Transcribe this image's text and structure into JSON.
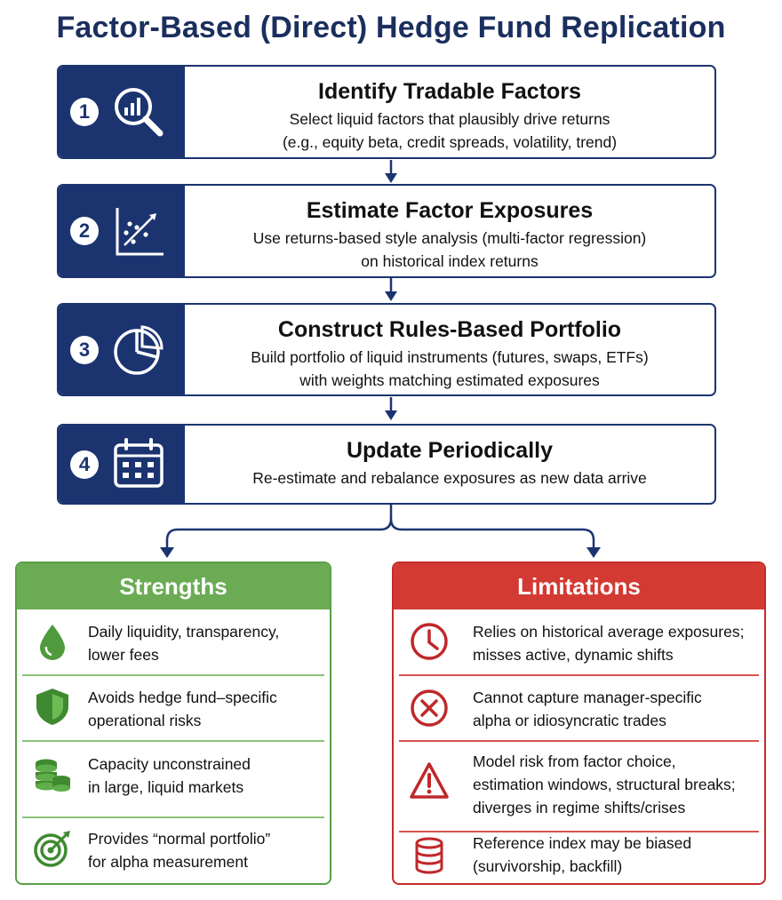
{
  "title": "Factor-Based (Direct) Hedge Fund Replication",
  "steps": [
    {
      "num": "1",
      "icon": "magnifier-chart-icon",
      "head": "Identify Tradable Factors",
      "line1": "Select liquid factors that plausibly drive returns",
      "line2": "(e.g., equity beta, credit spreads, volatility, trend)"
    },
    {
      "num": "2",
      "icon": "scatter-trend-icon",
      "head": "Estimate Factor Exposures",
      "line1": "Use returns-based style analysis (multi-factor regression)",
      "line2": "on historical index returns"
    },
    {
      "num": "3",
      "icon": "pie-chart-icon",
      "head": "Construct Rules-Based Portfolio",
      "line1": "Build portfolio of liquid instruments (futures, swaps, ETFs)",
      "line2": "with weights matching estimated exposures"
    },
    {
      "num": "4",
      "icon": "calendar-icon",
      "head": "Update Periodically",
      "line1": "Re-estimate and rebalance exposures as new data arrive",
      "line2": ""
    }
  ],
  "strengths": {
    "title": "Strengths",
    "color": "#6aab54",
    "items": [
      {
        "icon": "droplet-icon",
        "line1": "Daily liquidity, transparency,",
        "line2": "lower fees"
      },
      {
        "icon": "shield-icon",
        "line1": "Avoids hedge fund–specific",
        "line2": "operational risks"
      },
      {
        "icon": "coin-stack-icon",
        "line1": "Capacity unconstrained",
        "line2": "in large, liquid markets"
      },
      {
        "icon": "target-icon",
        "line1": "Provides “normal portfolio”",
        "line2": "for alpha measurement"
      }
    ]
  },
  "limitations": {
    "title": "Limitations",
    "color": "#d33a33",
    "items": [
      {
        "icon": "clock-icon",
        "line1": "Relies on historical average exposures;",
        "line2": "misses active, dynamic shifts",
        "line3": ""
      },
      {
        "icon": "x-circle-icon",
        "line1": "Cannot capture manager-specific",
        "line2": "alpha or idiosyncratic trades",
        "line3": ""
      },
      {
        "icon": "warning-triangle-icon",
        "line1": "Model risk from factor choice,",
        "line2": "estimation windows, structural breaks;",
        "line3": "diverges in regime shifts/crises"
      },
      {
        "icon": "database-icon",
        "line1": "Reference index may be biased",
        "line2": "(survivorship, backfill)",
        "line3": ""
      }
    ]
  }
}
